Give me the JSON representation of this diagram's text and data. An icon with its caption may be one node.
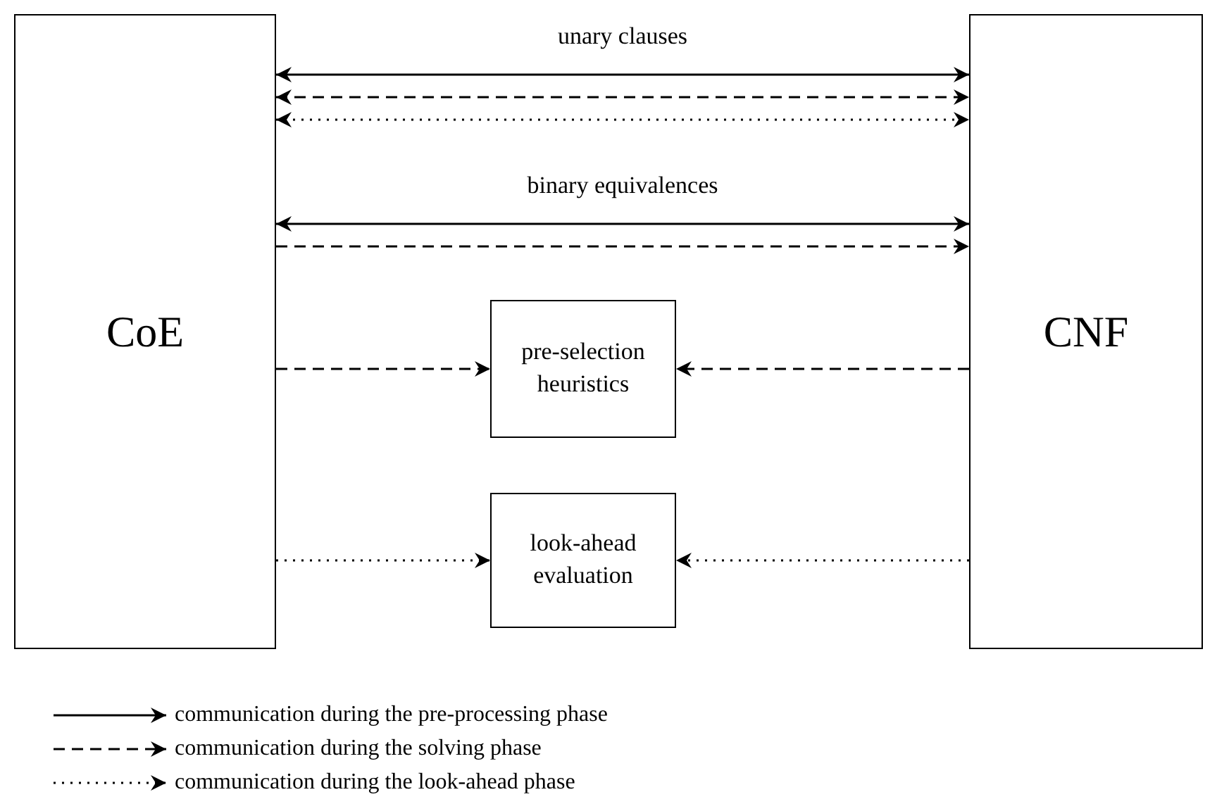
{
  "diagram": {
    "nodes": [
      {
        "text": [
          "CoE"
        ]
      },
      {
        "text": [
          "CNF"
        ]
      },
      {
        "text": [
          "pre-selection heuristics"
        ]
      },
      {
        "text": [
          "look-ahead evaluation"
        ]
      }
    ],
    "edges": [
      {
        "from": 0,
        "to": 1,
        "arrow": "both",
        "label": "unary clauses"
      },
      {
        "from": 0,
        "to": 1,
        "arrow": "both",
        "style": "dashed"
      },
      {
        "from": 0,
        "to": 1,
        "arrow": "both",
        "style": "dashed"
      },
      {
        "from": 0,
        "to": 1,
        "arrow": "both",
        "label": "binary equivalences"
      },
      {
        "from": 0,
        "to": 1,
        "arrow": "to",
        "style": "dashed"
      },
      {
        "from": 0,
        "to": 2,
        "arrow": "to",
        "style": "dashed"
      },
      {
        "from": 1,
        "to": 2,
        "arrow": "to",
        "style": "dashed"
      },
      {
        "from": 0,
        "to": 3,
        "arrow": "to",
        "style": "dashed"
      },
      {
        "from": 1,
        "to": 3,
        "arrow": "to",
        "style": "dashed"
      }
    ],
    "legend": [
      {
        "text": "communication during the pre-processing phase"
      },
      {
        "text": "communication during the solving phase"
      },
      {
        "text": "communication during the look-ahead phase"
      }
    ]
  }
}
